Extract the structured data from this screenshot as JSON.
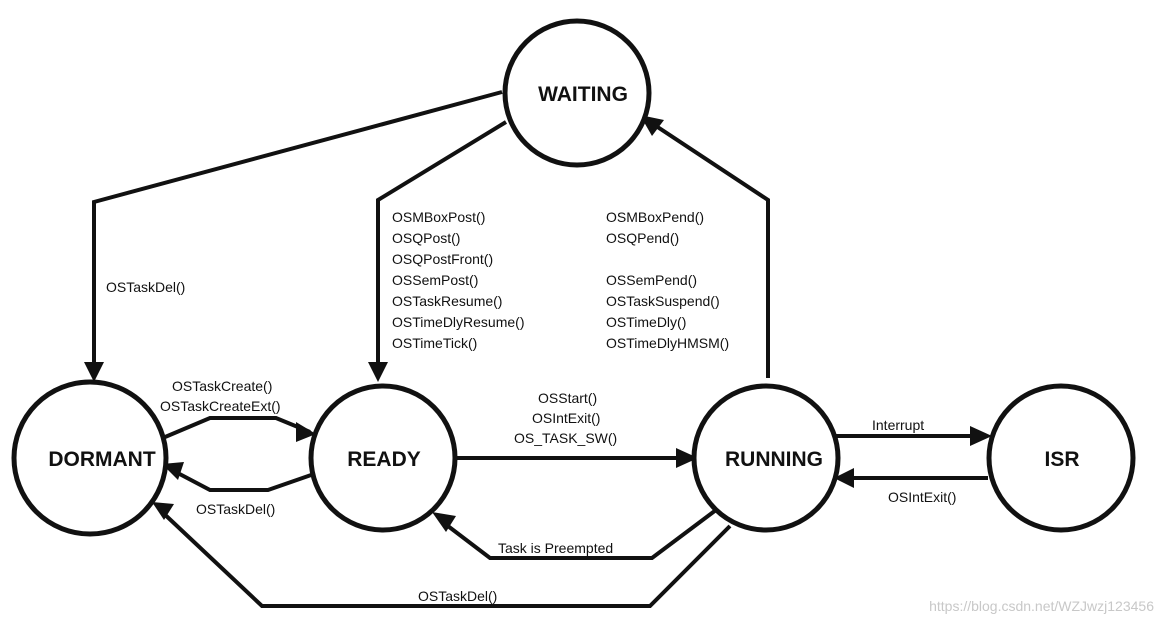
{
  "states": {
    "waiting": "WAITING",
    "dormant": "DORMANT",
    "ready": "READY",
    "running": "RUNNING",
    "isr": "ISR"
  },
  "labels": {
    "waiting_to_dormant": "OSTaskDel()",
    "waiting_to_ready": [
      "OSMBoxPost()",
      "OSQPost()",
      "OSQPostFront()",
      "OSSemPost()",
      "OSTaskResume()",
      "OSTimeDlyResume()",
      "OSTimeTick()"
    ],
    "running_to_waiting": [
      "OSMBoxPend()",
      "OSQPend()",
      "",
      "OSSemPend()",
      "OSTaskSuspend()",
      "OSTimeDly()",
      "OSTimeDlyHMSM()"
    ],
    "dormant_to_ready": [
      "OSTaskCreate()",
      "OSTaskCreateExt()"
    ],
    "ready_to_dormant": "OSTaskDel()",
    "ready_to_running": [
      "OSStart()",
      "OSIntExit()",
      "OS_TASK_SW()"
    ],
    "running_to_isr": "Interrupt",
    "isr_to_running": "OSIntExit()",
    "running_to_ready": "Task is Preempted",
    "running_to_dormant": "OSTaskDel()"
  },
  "watermark": "https://blog.csdn.net/WZJwzj123456"
}
